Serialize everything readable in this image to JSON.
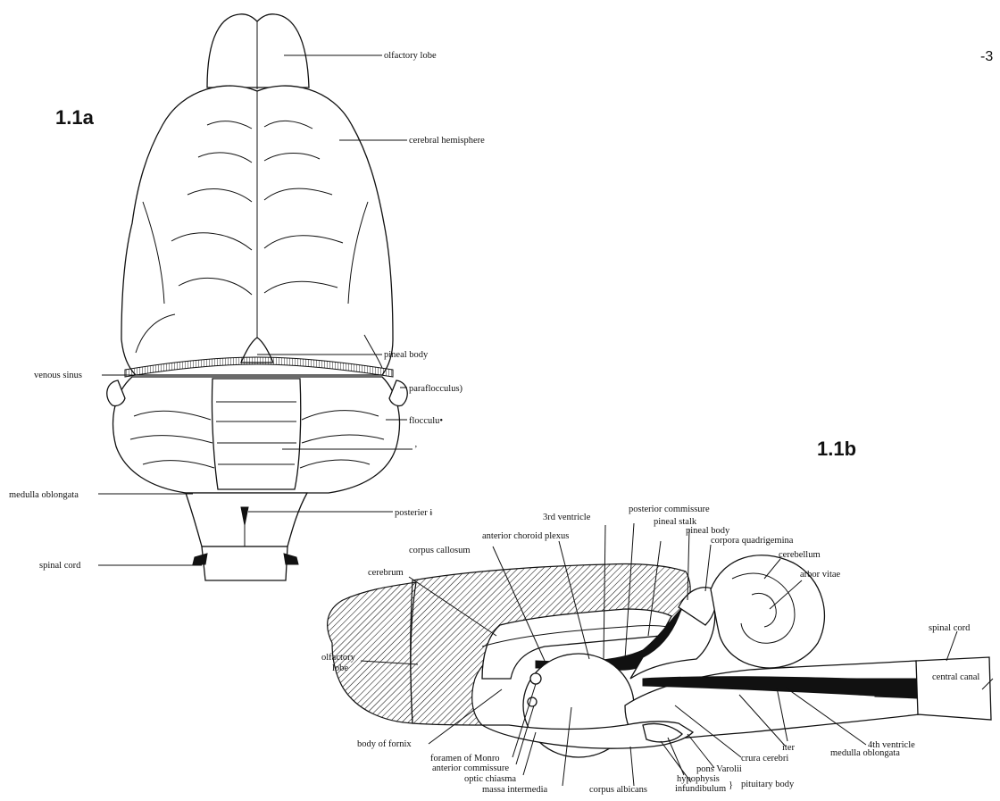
{
  "page_number": "-3",
  "figure_a": {
    "title": "1.1a",
    "labels": {
      "olfactory_lobe": "olfactory lobe",
      "cerebral_hemisphere": "cerebral hemisphere",
      "pineal_body": "pineal body",
      "venous_sinus": "venous sinus",
      "paraflocculus": "paraflocculus)",
      "flocculus": "flocculu•",
      "vermis": "’",
      "medulla_oblongata": "medulla oblongata",
      "posterior": "posterier ɨ",
      "spinal_cord": "spinal cord"
    }
  },
  "figure_b": {
    "title": "1.1b",
    "labels": {
      "posterior_commissure": "posterior commissure",
      "third_ventricle": "3rd ventricle",
      "pineal_stalk": "pineal stalk",
      "pineal_body": "pineal body",
      "anterior_choroid_plexus": "anterior choroid plexus",
      "corpora_quadrigemina": "corpora quadrigemina",
      "corpus_callosum": "corpus callosum",
      "cerebellum": "cerebellum",
      "cerebrum": "cerebrum",
      "arbor_vitae": "arbor vitae",
      "spinal_cord": "spinal cord",
      "central_canal": "central canal",
      "olfactory_lobe_line1": "olfactory",
      "olfactory_lobe_line2": "lobe",
      "fourth_ventricle": "4th ventricle",
      "body_of_fornix": "body of fornix",
      "iter": "iter",
      "medulla_oblongata": "medulla oblongata",
      "foramen_of_monro": "foramen of Monro",
      "crura_cerebri": "crura cerebri",
      "anterior_commissure": "anterior commissure",
      "pons_varolii": "pons Varolii",
      "optic_chiasma": "optic chiasma",
      "hypophysis": "hypophysis",
      "massa_intermedia": "massa intermedia",
      "corpus_albicans": "corpus albicans",
      "infundibulum": "infundibulum",
      "pituitary_body": "pituitary body"
    }
  }
}
